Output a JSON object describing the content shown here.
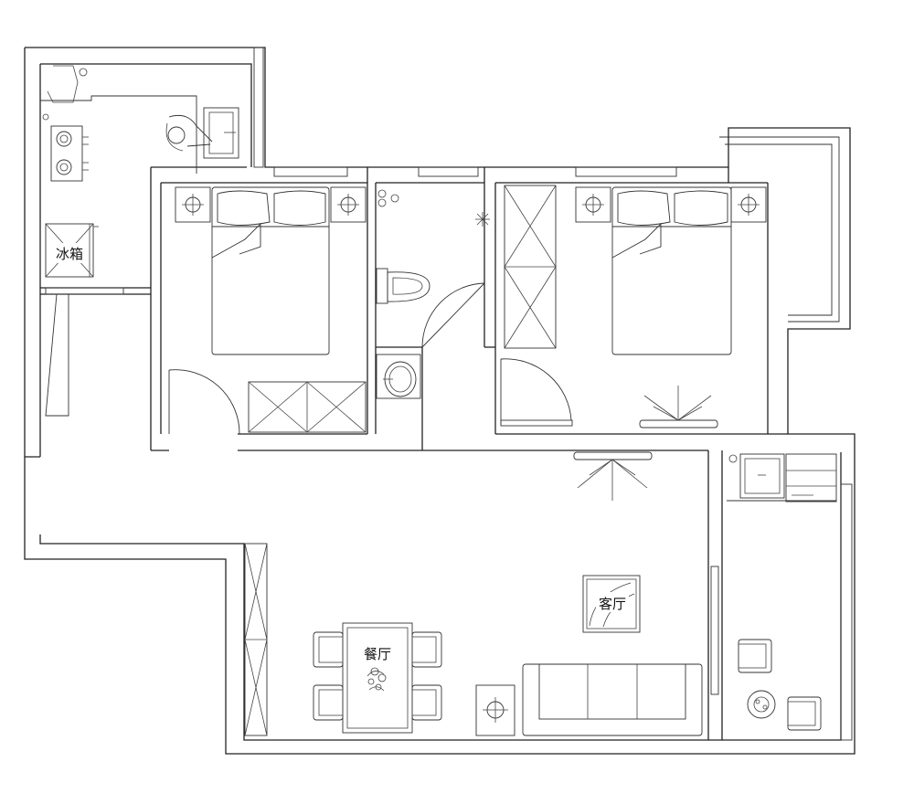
{
  "rooms": {
    "fridge_label": "冰箱",
    "dining_label": "餐厅",
    "living_label": "客厅"
  },
  "colors": {
    "line": "#222222",
    "background": "#ffffff"
  }
}
